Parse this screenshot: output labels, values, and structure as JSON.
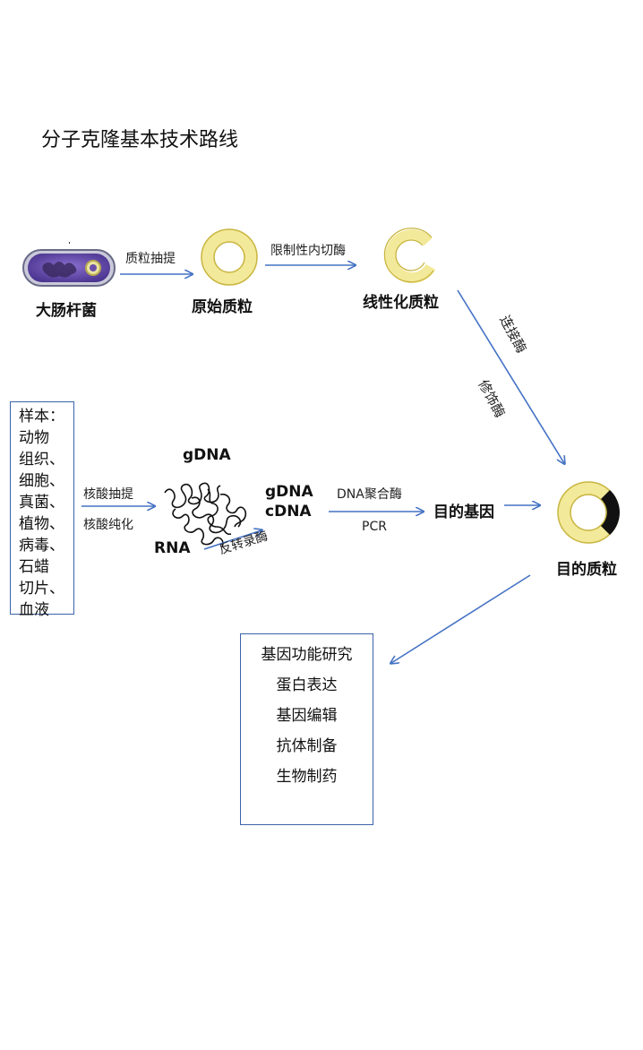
{
  "title": "分子克隆基本技术路线",
  "top_row": {
    "ecoli_label": "大肠杆菌",
    "step1_label": "质粒抽提",
    "plasmid_label": "原始质粒",
    "step2_label": "限制性内切酶",
    "linear_label": "线性化质粒",
    "ligase_label": "连接酶",
    "modify_label": "修饰酶"
  },
  "sample": {
    "lines": [
      "样本：",
      "动物",
      "组织、",
      "细胞、",
      "真菌、",
      "植物、",
      "病毒、",
      "石蜡",
      "切片、",
      "血液"
    ]
  },
  "middle_row": {
    "extract_label": "核酸抽提",
    "purify_label": "核酸纯化",
    "gdna_top": "gDNA",
    "rna_label": "RNA",
    "rt_label": "反转录酶",
    "gdna_label": "gDNA",
    "cdna_label": "cDNA",
    "polymerase_label": "DNA聚合酶",
    "pcr_label": "PCR",
    "target_gene_label": "目的基因",
    "target_plasmid_label": "目的质粒"
  },
  "applications": [
    "基因功能研究",
    "蛋白表达",
    "基因编辑",
    "抗体制备",
    "生物制药"
  ],
  "colors": {
    "arrow": "#4472c4",
    "box_border": "#3a62a8",
    "ring_yellow": "#f3e99a",
    "bacterium_purple": "#6a4ea8"
  }
}
